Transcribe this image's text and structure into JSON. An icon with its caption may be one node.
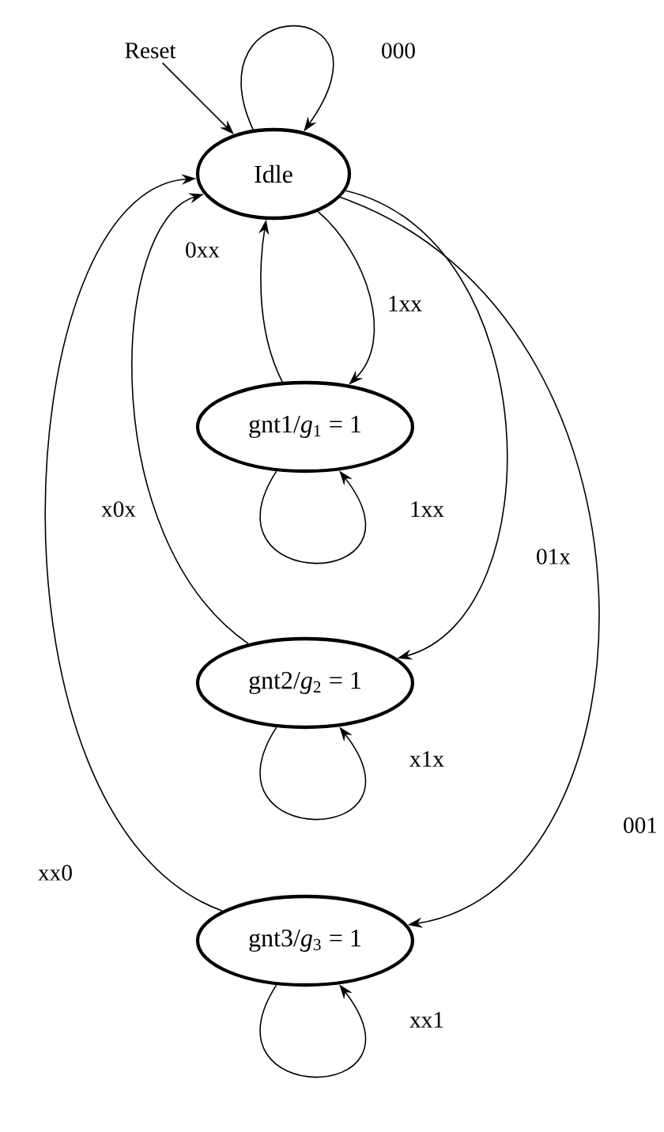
{
  "diagram": {
    "nodes": [
      {
        "text": [
          "Idle"
        ]
      },
      {
        "text": [
          "gnt1/*g*$_{1}$ = 1"
        ]
      },
      {
        "text": [
          "gnt2/*g*$_{2}$ = 1"
        ]
      },
      {
        "text": [
          "gnt3/*g*$_{3}$ = 1"
        ]
      },
      {
        "text": [
          "Reset"
        ]
      }
    ],
    "edges": [
      {
        "from": 4,
        "to": 0,
        "arrow": "to"
      },
      {
        "from": 0,
        "to": 0,
        "arrow": "to",
        "label": "000"
      },
      {
        "from": 0,
        "to": 1,
        "arrow": "to",
        "label": "1xx"
      },
      {
        "from": 1,
        "to": 0,
        "arrow": "to",
        "label": "0xx"
      },
      {
        "from": 1,
        "to": 1,
        "arrow": "to",
        "label": "1xx"
      },
      {
        "from": 0,
        "to": 2,
        "arrow": "to",
        "label": "01x"
      },
      {
        "from": 2,
        "to": 0,
        "arrow": "to",
        "label": "x0x"
      },
      {
        "from": 2,
        "to": 2,
        "arrow": "to",
        "label": "x1x"
      },
      {
        "from": 0,
        "to": 3,
        "arrow": "to",
        "label": "001"
      },
      {
        "from": 3,
        "to": 0,
        "arrow": "to",
        "label": "xx0"
      },
      {
        "from": 3,
        "to": 3,
        "arrow": "to",
        "label": "xx1"
      }
    ]
  }
}
